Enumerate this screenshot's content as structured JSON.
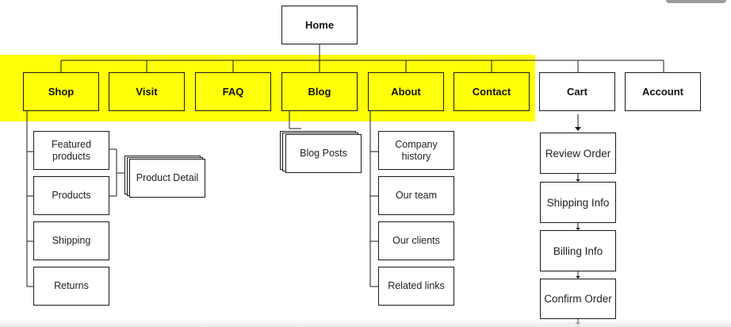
{
  "root": {
    "label": "Home"
  },
  "top_level": [
    {
      "label": "Shop",
      "highlighted": true
    },
    {
      "label": "Visit",
      "highlighted": true
    },
    {
      "label": "FAQ",
      "highlighted": true
    },
    {
      "label": "Blog",
      "highlighted": true
    },
    {
      "label": "About",
      "highlighted": true
    },
    {
      "label": "Contact",
      "highlighted": true
    },
    {
      "label": "Cart",
      "highlighted": false
    },
    {
      "label": "Account",
      "highlighted": false
    }
  ],
  "shop_children": [
    "Featured products",
    "Products",
    "Shipping",
    "Returns"
  ],
  "product_detail": "Product Detail",
  "blog_posts": "Blog Posts",
  "about_children": [
    "Company history",
    "Our team",
    "Our clients",
    "Related links"
  ],
  "cart_flow": [
    "Review Order",
    "Shipping Info",
    "Billing Info",
    "Confirm Order"
  ],
  "colors": {
    "highlight": "#ffff0a",
    "line": "#1a1a1a"
  }
}
